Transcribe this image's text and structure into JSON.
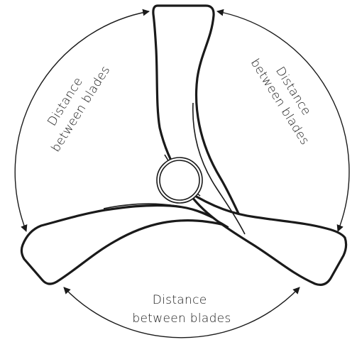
{
  "diagram": {
    "labels": {
      "left": {
        "line1": "Distance",
        "line2": "between blades"
      },
      "right": {
        "line1": "Distance",
        "line2": "between blades"
      },
      "bottom": {
        "line1": "Distance",
        "line2": "between blades"
      }
    },
    "colors": {
      "stroke": "#1a1a1a",
      "background": "#ffffff"
    }
  }
}
